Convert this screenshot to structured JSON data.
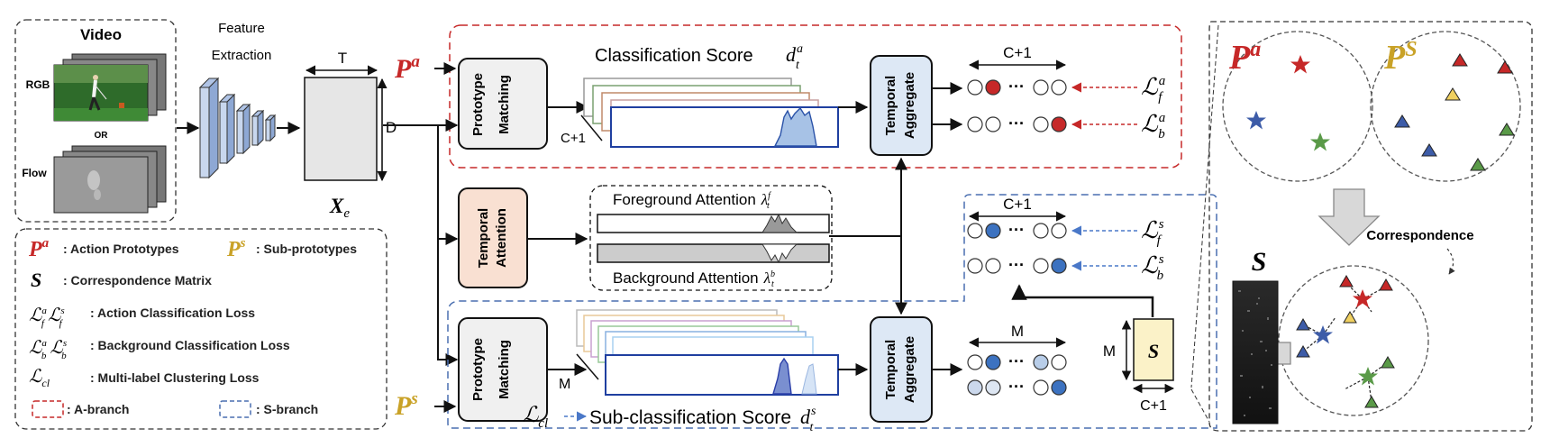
{
  "colors": {
    "a_branch": "#c62828",
    "s_branch": "#4a6fb0",
    "proto_a": "#c62828",
    "proto_s": "#c9a227",
    "box_fill": "#f0f0f0",
    "aggregate_fill": "#dde8f5",
    "attention_fill": "#f9e0d2",
    "matrix_fill": "#fbf2c8",
    "feature_fill": "#c8d7ee",
    "score_blue": "#1f3fa0",
    "legend_text": "#222222"
  },
  "input": {
    "title": "Video",
    "rgb_label": "RGB",
    "or_label": "OR",
    "flow_label": "Flow"
  },
  "feature": {
    "extraction_line1": "Feature",
    "extraction_line2": "Extraction",
    "t_label": "T",
    "d_label": "D",
    "xe_main": "X",
    "xe_sub": "e"
  },
  "a_branch": {
    "proto_main": "P",
    "proto_sup": "a",
    "matching_line1": "Prototype",
    "matching_line2": "Matching",
    "score_title": "Classification Score",
    "score_sym": "d",
    "score_sup": "a",
    "score_sub": "t",
    "c1_label": "C+1",
    "aggregate_line1": "Temporal",
    "aggregate_line2": "Aggregate",
    "out_c1_label": "C+1",
    "dots": "···",
    "loss_f_sup": "a",
    "loss_f_sub": "f",
    "loss_b_sup": "a",
    "loss_b_sub": "b"
  },
  "attention": {
    "module_line1": "Temporal",
    "module_line2": "Attention",
    "fg_label": "Foreground Attention",
    "fg_sup": "f",
    "bg_label": "Background Attention",
    "bg_sup": "b",
    "lambda": "λ",
    "lambda_sub": "t"
  },
  "s_branch": {
    "proto_main": "P",
    "proto_sup": "s",
    "matching_line1": "Prototype",
    "matching_line2": "Matching",
    "m_label": "M",
    "score_title": "Sub-classification Score",
    "score_sym": "d",
    "score_sup": "s",
    "score_sub": "t",
    "lcl_main": "ℒ",
    "lcl_sub": "cl",
    "aggregate_line1": "Temporal",
    "aggregate_line2": "Aggregate",
    "out_m_label": "M",
    "out_c1_label": "C+1",
    "dots": "···",
    "loss_f_sup": "s",
    "loss_f_sub": "f",
    "loss_b_sup": "s",
    "loss_b_sub": "b",
    "matrix_sym": "S",
    "matrix_m_label": "M",
    "matrix_c1_label": "C+1"
  },
  "legend": {
    "pa_desc": ": Action Prototypes",
    "ps_desc": ": Sub-prototypes",
    "s_desc": ": Correspondence Matrix",
    "cls_desc": ": Action Classification Loss",
    "bg_desc": ": Background Classification Loss",
    "cl_desc": ": Multi-label Clustering Loss",
    "a_branch": ": A-branch",
    "s_branch": ": S-branch"
  },
  "right_panel": {
    "pa_main": "P",
    "pa_sup": "a",
    "ps_main": "P",
    "ps_sup": "S",
    "correspondence_label": "Correspondence",
    "s_label": "S"
  }
}
